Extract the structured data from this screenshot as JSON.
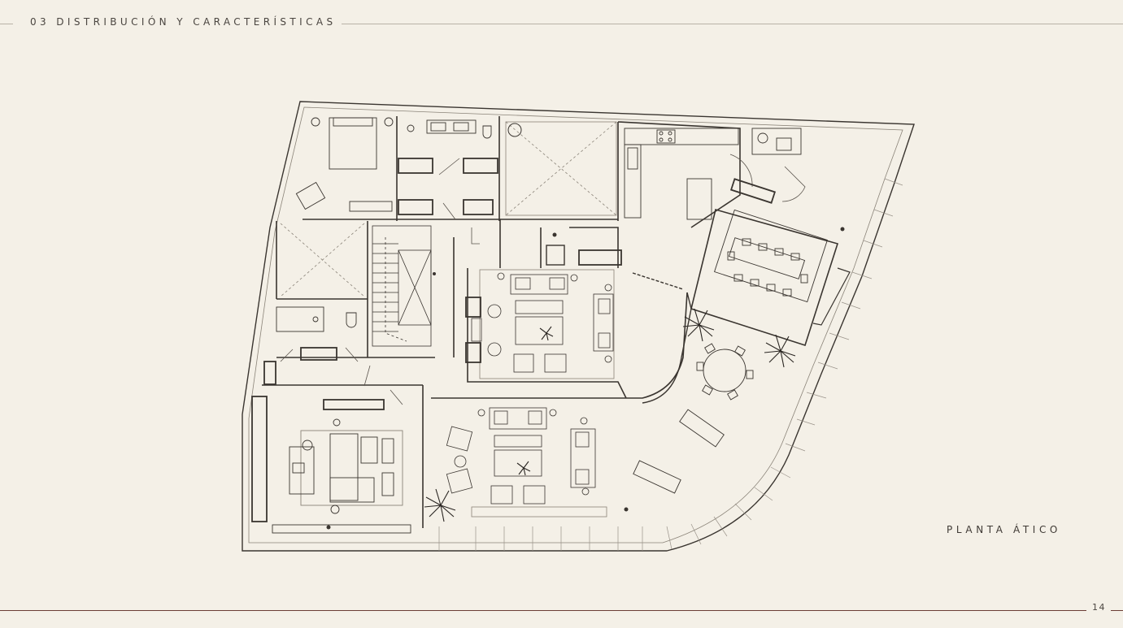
{
  "header": {
    "section_title": "03 DISTRIBUCIÓN Y CARACTERÍSTICAS"
  },
  "plan": {
    "label": "PLANTA ÁTICO"
  },
  "footer": {
    "page_number": "14"
  },
  "colors": {
    "background": "#f4f0e7",
    "linework": "#3a3530",
    "footer_rule": "#6b3d36"
  }
}
